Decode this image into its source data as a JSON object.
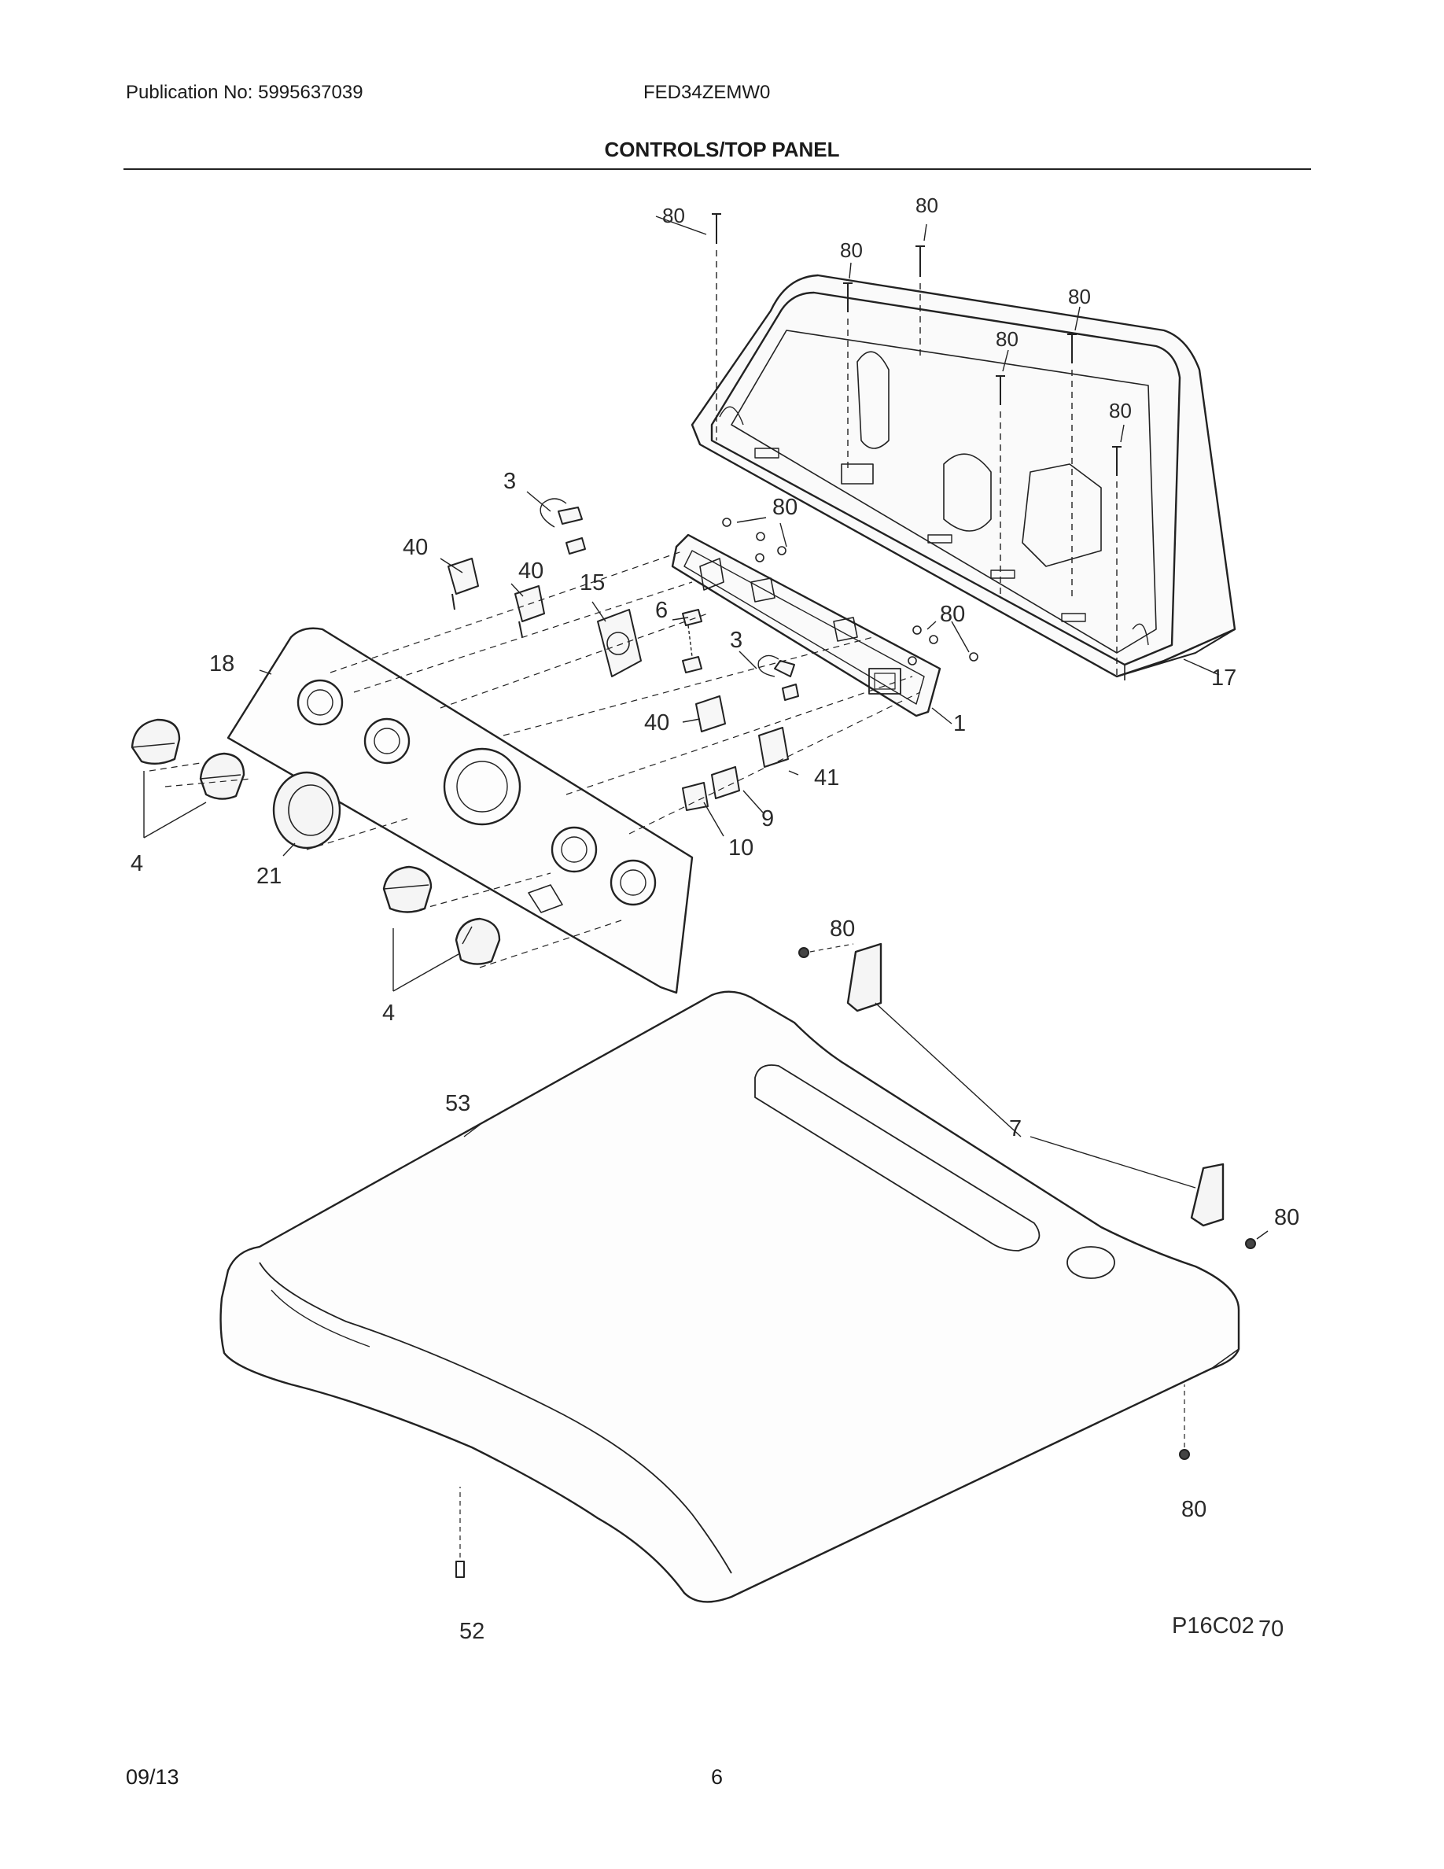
{
  "header": {
    "publication": "Publication No:  5995637039",
    "model": "FED34ZEMW0",
    "title": "CONTROLS/TOP PANEL"
  },
  "footer": {
    "date": "09/13",
    "page": "6"
  },
  "diagram": {
    "code_a": "P16C02",
    "code_b": "70",
    "callouts": {
      "c80": "80",
      "c3": "3",
      "c40": "40",
      "c15": "15",
      "c6": "6",
      "c18": "18",
      "c17": "17",
      "c1": "1",
      "c41": "41",
      "c9": "9",
      "c10": "10",
      "c4": "4",
      "c21": "21",
      "c53": "53",
      "c7": "7",
      "c52": "52"
    }
  }
}
